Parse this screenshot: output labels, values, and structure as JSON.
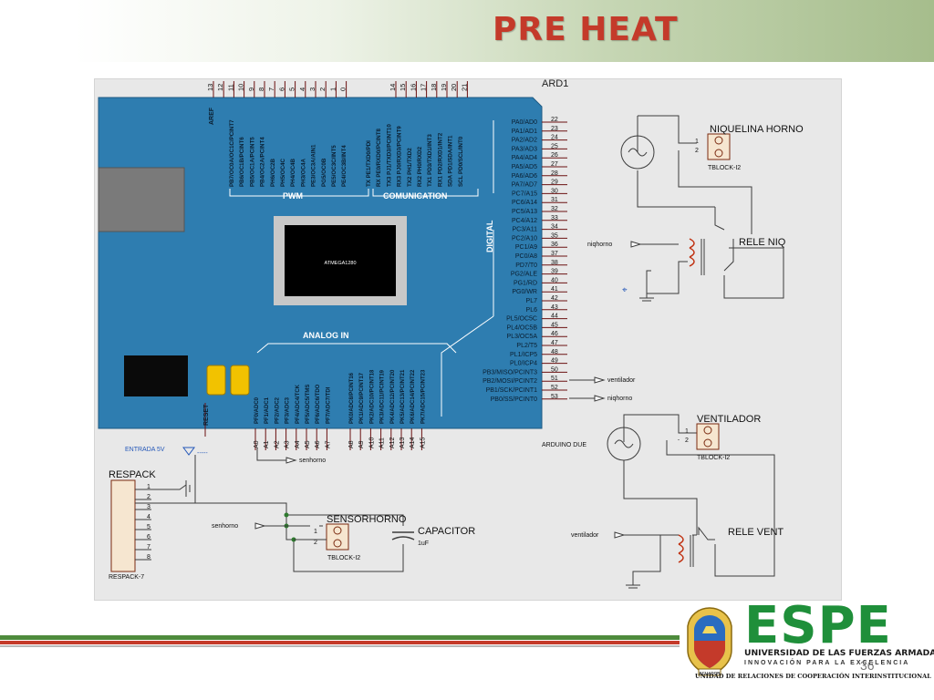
{
  "slide": {
    "title": "PRE HEAT",
    "page_number": "36"
  },
  "schematic": {
    "component_ref": "ARD1",
    "chip_label": "ATMEGA1280",
    "group_labels": {
      "pwm": "PWM",
      "communication": "COMUNICATION",
      "analog_in": "ANALOG IN",
      "digital": "DIGITAL"
    },
    "aref": "AREF",
    "reset": "RESET",
    "top_pin_numbers": [
      "13",
      "12",
      "11",
      "10",
      "9",
      "8",
      "7",
      "6",
      "5",
      "4",
      "3",
      "2",
      "1",
      "0",
      "14",
      "15",
      "16",
      "17",
      "18",
      "19",
      "20",
      "21"
    ],
    "top_pwm_pin_names": [
      "PB7/OC0A/OC1C/PCINT7",
      "PB6/OC1B/PCINT6",
      "PB5/OC1A/PCINT5",
      "PB4/OC2A/PCINT4",
      "PH6/OC2B",
      "PH5/OC4C",
      "PH4/OC4B",
      "PH3/OC4A",
      "PE3/OC3A/AIN1",
      "PG5/OC0B",
      "PE5/OC3C/INT5",
      "PE4/OC3B/INT4"
    ],
    "top_comm_pin_names": [
      "TX PE1/TXD0/PDI",
      "RX PE0/RXD0/PCINT8",
      "TX3 PJ1/TXD3/PCINT10",
      "RX3 PJ0/RXD3/PCINT9",
      "TX2 PH1/TXD2",
      "RX2 PH0/RXD2",
      "TX1 PD3/TXD1/INT3",
      "RX1 PD2/RXD1/INT2",
      "SDA PD1/SDA/INT1",
      "SCL PD0/SCL/INT0"
    ],
    "right_pins": [
      {
        "name": "PA0/AD0",
        "num": "22"
      },
      {
        "name": "PA1/AD1",
        "num": "23"
      },
      {
        "name": "PA2/AD2",
        "num": "24"
      },
      {
        "name": "PA3/AD3",
        "num": "25"
      },
      {
        "name": "PA4/AD4",
        "num": "26"
      },
      {
        "name": "PA5/AD5",
        "num": "27"
      },
      {
        "name": "PA6/AD6",
        "num": "28"
      },
      {
        "name": "PA7/AD7",
        "num": "29"
      },
      {
        "name": "PC7/A15",
        "num": "30"
      },
      {
        "name": "PC6/A14",
        "num": "31"
      },
      {
        "name": "PC5/A13",
        "num": "32"
      },
      {
        "name": "PC4/A12",
        "num": "33"
      },
      {
        "name": "PC3/A11",
        "num": "34"
      },
      {
        "name": "PC2/A10",
        "num": "35"
      },
      {
        "name": "PC1/A9",
        "num": "36"
      },
      {
        "name": "PC0/A8",
        "num": "37"
      },
      {
        "name": "PD7/T0",
        "num": "38"
      },
      {
        "name": "PG2/ALE",
        "num": "39"
      },
      {
        "name": "PG1/RD",
        "num": "40"
      },
      {
        "name": "PG0/WR",
        "num": "41"
      },
      {
        "name": "PL7",
        "num": "42"
      },
      {
        "name": "PL6",
        "num": "43"
      },
      {
        "name": "PL5/OC5C",
        "num": "44"
      },
      {
        "name": "PL4/OC5B",
        "num": "45"
      },
      {
        "name": "PL3/OC5A",
        "num": "46"
      },
      {
        "name": "PL2/T5",
        "num": "47"
      },
      {
        "name": "PL1/ICP5",
        "num": "48"
      },
      {
        "name": "PL0/ICP4",
        "num": "49"
      },
      {
        "name": "PB3/MISO/PCINT3",
        "num": "50"
      },
      {
        "name": "PB2/MOSI/PCINT2",
        "num": "51"
      },
      {
        "name": "PB1/SCK/PCINT1",
        "num": "52"
      },
      {
        "name": "PB0/SS/PCINT0",
        "num": "53"
      }
    ],
    "bottom_pin_numbers": [
      "A0",
      "A1",
      "A2",
      "A3",
      "A4",
      "A5",
      "A6",
      "A7",
      "A8",
      "A9",
      "A10",
      "A11",
      "A12",
      "A13",
      "A14",
      "A15"
    ],
    "bottom_pin_names": [
      "PF0/ADC0",
      "PF1/ADC1",
      "PF2/ADC2",
      "PF3/ADC3",
      "PF4/ADC4/TCK",
      "PF5/ADC5/TMS",
      "PF6/ADC6/TDO",
      "PF7/ADC7/TDI",
      "PK0/ADC8/PCINT16",
      "PK1/ADC9/PCINT17",
      "PK2/ADC10/PCINT18",
      "PK3/ADC11/PCINT19",
      "PK4/ADC12/PCINT20",
      "PK5/ADC13/PCINT21",
      "PK6/ADC14/PCINT22",
      "PK7/ADC15/PCINT23"
    ],
    "niquelina": {
      "name": "NIQUELINA HORNO",
      "part": "TBLOCK-I2",
      "pin1": "1",
      "pin2": "2"
    },
    "rele_niq": {
      "name": "RELE NIQ",
      "net": "niqhorno"
    },
    "ventilador": {
      "name": "VENTILADOR",
      "part": "TBLOCK-I2",
      "pin1": "1",
      "pin2": "2"
    },
    "rele_vent": {
      "name": "RELE VENT",
      "net": "ventilador"
    },
    "arduino_due": "ARDUINO DUE",
    "net_ventilador": "ventilador",
    "net_niqhorno": "niqhorno",
    "net_senhorno": "senhorno",
    "entrada": "ENTRADA 5V",
    "entrada_dash": "-----",
    "respack": {
      "name": "RESPACK",
      "part": "RESPACK-7",
      "pins": [
        "1",
        "2",
        "3",
        "4",
        "5",
        "6",
        "7",
        "8"
      ]
    },
    "sensorhorno": {
      "name": "SENSORHORNO",
      "part": "TBLOCK-I2",
      "pin1": "1",
      "pin2": "2"
    },
    "capacitor": {
      "name": "CAPACITOR",
      "value": "1uF"
    }
  },
  "footer": {
    "logo_text": "ESPE",
    "university": "UNIVERSIDAD DE LAS FUERZAS ARMADAS",
    "motto": "INNOVACIÓN PARA LA EXCELENCIA",
    "unit": "UNIDAD DE RELACIONES DE COOPERACIÓN INTERINSTITUCIONAL",
    "seal_text": "ECUADOR"
  },
  "colors": {
    "title": "#c43a2a",
    "board": "#2e7db0",
    "wire": "#3c3c3c",
    "net_blue": "#2457b8",
    "brand_green": "#1f8f3a"
  }
}
